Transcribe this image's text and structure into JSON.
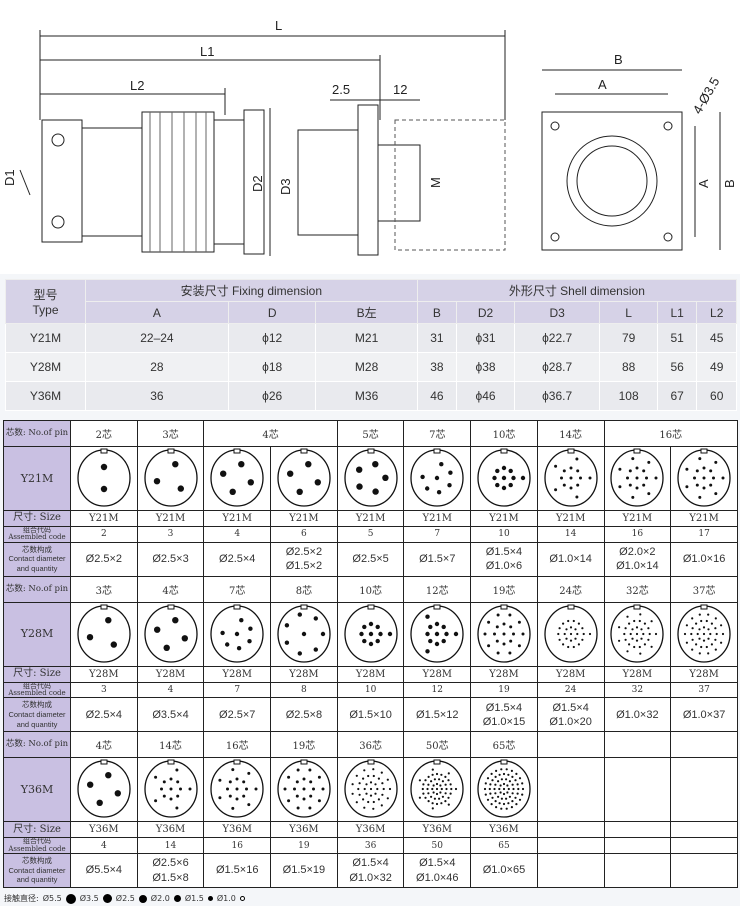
{
  "drawing": {
    "labels": {
      "L": "L",
      "L1": "L1",
      "L2": "L2",
      "D1": "D1",
      "D2": "D2",
      "D3": "D3",
      "dim_2_5": "2.5",
      "dim_12": "12",
      "M": "M",
      "B": "B",
      "A": "A",
      "B_side": "B",
      "A_side": "A",
      "holes": "4-Ø3.5"
    }
  },
  "spec": {
    "type_header": "型号\nType",
    "type_cn": "型号",
    "type_en": "Type",
    "fixing_header": "安装尺寸 Fixing dimension",
    "shell_header": "外形尺寸  Shell dimension",
    "columns": [
      "A",
      "D",
      "B左",
      "B",
      "D2",
      "D3",
      "L",
      "L1",
      "L2"
    ],
    "rows": [
      [
        "Y21M",
        "22–24",
        "ϕ12",
        "M21",
        "31",
        "ϕ31",
        "ϕ22.7",
        "79",
        "51",
        "45"
      ],
      [
        "Y28M",
        "28",
        "ϕ18",
        "M28",
        "38",
        "ϕ38",
        "ϕ28.7",
        "88",
        "56",
        "49"
      ],
      [
        "Y36M",
        "36",
        "ϕ26",
        "M36",
        "46",
        "ϕ46",
        "ϕ36.7",
        "108",
        "67",
        "60"
      ]
    ]
  },
  "pins": {
    "label_pin": "芯数: No.of pin",
    "label_size": "尺寸: Size",
    "label_code_cn": "组合代码",
    "label_code_en": "Assembled code",
    "label_contact_cn": "芯数构成",
    "label_contact_en1": "Contact diameter",
    "label_contact_en2": "and quantity",
    "blocks": [
      {
        "model": "Y21M",
        "headers": [
          {
            "t": "2芯",
            "s": 1
          },
          {
            "t": "3芯",
            "s": 1
          },
          {
            "t": "4芯",
            "s": 2
          },
          {
            "t": "5芯",
            "s": 1
          },
          {
            "t": "7芯",
            "s": 1
          },
          {
            "t": "10芯",
            "s": 1
          },
          {
            "t": "14芯",
            "s": 1
          },
          {
            "t": "16芯",
            "s": 2
          }
        ],
        "cells": [
          {
            "n": 2,
            "size": "Y21M",
            "code": "2",
            "contact": [
              "Ø2.5×2"
            ]
          },
          {
            "n": 3,
            "size": "Y21M",
            "code": "3",
            "contact": [
              "Ø2.5×3"
            ]
          },
          {
            "n": 4,
            "size": "Y21M",
            "code": "4",
            "contact": [
              "Ø2.5×4"
            ]
          },
          {
            "n": 4,
            "size": "Y21M",
            "code": "6",
            "contact": [
              "Ø2.5×2",
              "Ø1.5×2"
            ]
          },
          {
            "n": 5,
            "size": "Y21M",
            "code": "5",
            "contact": [
              "Ø2.5×5"
            ]
          },
          {
            "n": 7,
            "size": "Y21M",
            "code": "7",
            "contact": [
              "Ø1.5×7"
            ]
          },
          {
            "n": 10,
            "size": "Y21M",
            "code": "10",
            "contact": [
              "Ø1.5×4",
              "Ø1.0×6"
            ]
          },
          {
            "n": 14,
            "size": "Y21M",
            "code": "14",
            "contact": [
              "Ø1.0×14"
            ]
          },
          {
            "n": 16,
            "size": "Y21M",
            "code": "16",
            "contact": [
              "Ø2.0×2",
              "Ø1.0×14"
            ]
          },
          {
            "n": 16,
            "size": "Y21M",
            "code": "17",
            "contact": [
              "Ø1.0×16"
            ]
          }
        ]
      },
      {
        "model": "Y28M",
        "headers": [
          {
            "t": "3芯",
            "s": 1
          },
          {
            "t": "4芯",
            "s": 1
          },
          {
            "t": "7芯",
            "s": 1
          },
          {
            "t": "8芯",
            "s": 1
          },
          {
            "t": "10芯",
            "s": 1
          },
          {
            "t": "12芯",
            "s": 1
          },
          {
            "t": "19芯",
            "s": 1
          },
          {
            "t": "24芯",
            "s": 1
          },
          {
            "t": "32芯",
            "s": 1
          },
          {
            "t": "37芯",
            "s": 1
          }
        ],
        "cells": [
          {
            "n": 3,
            "size": "Y28M",
            "code": "3",
            "contact": [
              "Ø2.5×4"
            ]
          },
          {
            "n": 4,
            "size": "Y28M",
            "code": "4",
            "contact": [
              "Ø3.5×4"
            ]
          },
          {
            "n": 7,
            "size": "Y28M",
            "code": "7",
            "contact": [
              "Ø2.5×7"
            ]
          },
          {
            "n": 8,
            "size": "Y28M",
            "code": "8",
            "contact": [
              "Ø2.5×8"
            ]
          },
          {
            "n": 10,
            "size": "Y28M",
            "code": "10",
            "contact": [
              "Ø1.5×10"
            ]
          },
          {
            "n": 12,
            "size": "Y28M",
            "code": "12",
            "contact": [
              "Ø1.5×12"
            ]
          },
          {
            "n": 19,
            "size": "Y28M",
            "code": "19",
            "contact": [
              "Ø1.5×4",
              "Ø1.0×15"
            ]
          },
          {
            "n": 24,
            "size": "Y28M",
            "code": "24",
            "contact": [
              "Ø1.5×4",
              "Ø1.0×20"
            ]
          },
          {
            "n": 32,
            "size": "Y28M",
            "code": "32",
            "contact": [
              "Ø1.0×32"
            ]
          },
          {
            "n": 37,
            "size": "Y28M",
            "code": "37",
            "contact": [
              "Ø1.0×37"
            ]
          }
        ]
      },
      {
        "model": "Y36M",
        "headers": [
          {
            "t": "4芯",
            "s": 1
          },
          {
            "t": "14芯",
            "s": 1
          },
          {
            "t": "16芯",
            "s": 1
          },
          {
            "t": "19芯",
            "s": 1
          },
          {
            "t": "36芯",
            "s": 1
          },
          {
            "t": "50芯",
            "s": 1
          },
          {
            "t": "65芯",
            "s": 1
          },
          {
            "t": "",
            "s": 1
          },
          {
            "t": "",
            "s": 1
          },
          {
            "t": "",
            "s": 1
          }
        ],
        "cells": [
          {
            "n": 4,
            "size": "Y36M",
            "code": "4",
            "contact": [
              "Ø5.5×4"
            ]
          },
          {
            "n": 14,
            "size": "Y36M",
            "code": "14",
            "contact": [
              "Ø2.5×6",
              "Ø1.5×8"
            ]
          },
          {
            "n": 16,
            "size": "Y36M",
            "code": "16",
            "contact": [
              "Ø1.5×16"
            ]
          },
          {
            "n": 19,
            "size": "Y36M",
            "code": "19",
            "contact": [
              "Ø1.5×19"
            ]
          },
          {
            "n": 36,
            "size": "Y36M",
            "code": "36",
            "contact": [
              "Ø1.5×4",
              "Ø1.0×32"
            ]
          },
          {
            "n": 50,
            "size": "Y36M",
            "code": "50",
            "contact": [
              "Ø1.5×4",
              "Ø1.0×46"
            ]
          },
          {
            "n": 65,
            "size": "Y36M",
            "code": "65",
            "contact": [
              "Ø1.0×65"
            ]
          },
          null,
          null,
          null
        ]
      }
    ]
  },
  "legend": {
    "label": "接触直径:",
    "items": [
      "Ø5.5",
      "Ø3.5",
      "Ø2.5",
      "Ø2.0",
      "Ø1.5",
      "Ø1.0"
    ]
  }
}
